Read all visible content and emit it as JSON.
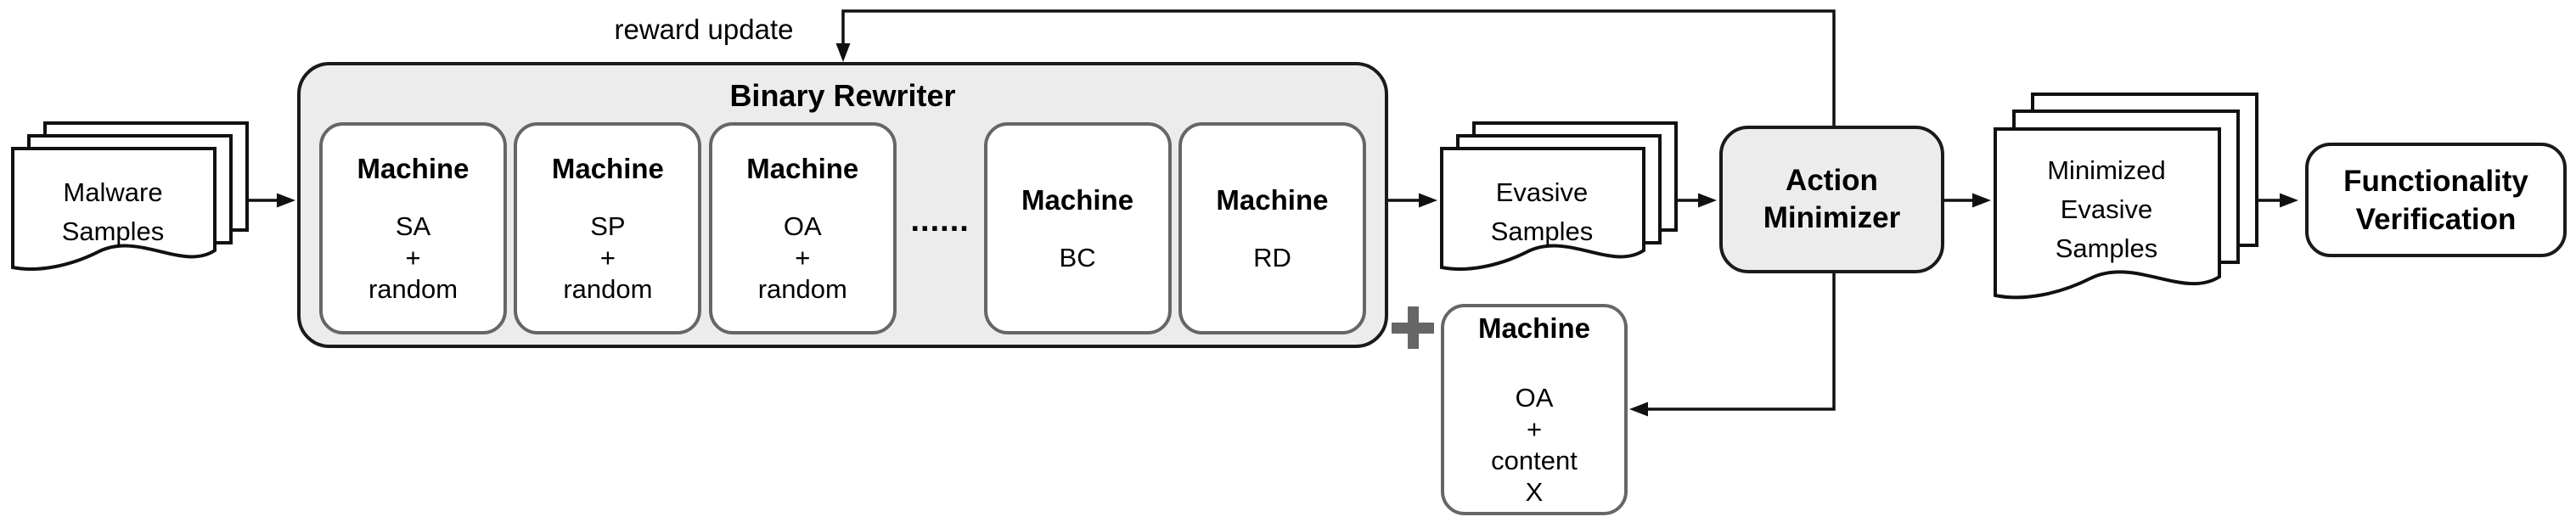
{
  "diagram": {
    "reward_update_label": "reward update",
    "malware_stack": {
      "line1": "Malware",
      "line2": "Samples"
    },
    "binary_rewriter": {
      "title": "Binary Rewriter",
      "ellipsis": "......",
      "machines": [
        {
          "header": "Machine",
          "body": [
            "SA",
            "+",
            "random"
          ]
        },
        {
          "header": "Machine",
          "body": [
            "SP",
            "+",
            "random"
          ]
        },
        {
          "header": "Machine",
          "body": [
            "OA",
            "+",
            "random"
          ]
        },
        {
          "header": "Machine",
          "body": [
            "BC"
          ]
        },
        {
          "header": "Machine",
          "body": [
            "RD"
          ]
        }
      ]
    },
    "evasive_stack": {
      "line1": "Evasive",
      "line2": "Samples"
    },
    "oa_content_machine": {
      "header": "Machine",
      "body": [
        "OA",
        "+",
        "content",
        "X"
      ]
    },
    "action_minimizer": {
      "line1": "Action",
      "line2": "Minimizer"
    },
    "minimized_stack": {
      "line1": "Minimized",
      "line2": "Evasive",
      "line3": "Samples"
    },
    "functionality_verification": {
      "line1": "Functionality",
      "line2": "Verification"
    },
    "icons": {
      "plus": "plus-icon",
      "documents": "document-stack-icon"
    },
    "colors": {
      "panel_fill": "#ececec",
      "panel_border": "#1a1a1a",
      "machine_border": "#666666",
      "arrow": "#111111",
      "plus": "#666666",
      "background": "#ffffff"
    }
  }
}
